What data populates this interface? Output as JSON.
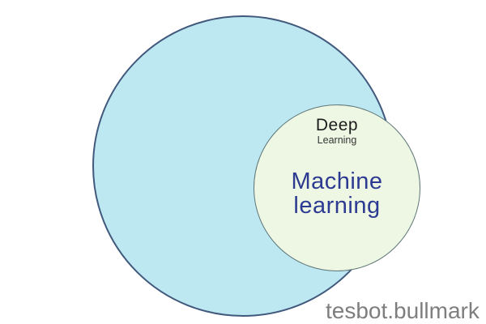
{
  "diagram": {
    "outer_circle": {
      "fill_color": "#bde8f1",
      "border_color": "#41597c"
    },
    "inner_circle": {
      "fill_color": "#eef7e3",
      "border_color": "#5d7578",
      "deep_title": "Deep",
      "deep_subtitle": "Learning",
      "machine_learning_label": "Machine\nlearning",
      "machine_learning_color": "#2c3a92",
      "deep_text_color": "#1c1c1c"
    }
  },
  "watermark": {
    "text": "tesbot.bullmark",
    "color": "#7e7e7e"
  }
}
